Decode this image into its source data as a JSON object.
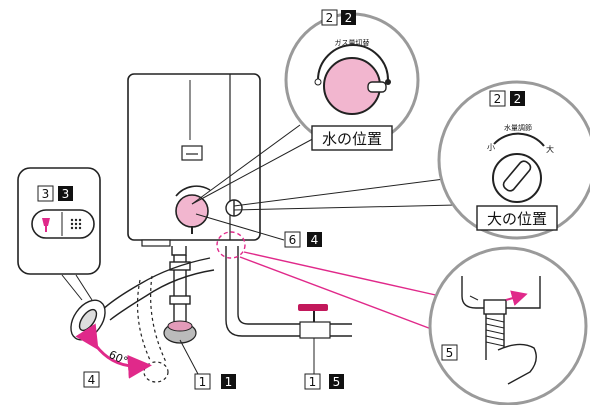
{
  "labels": {
    "dial_gas": {
      "n": "2",
      "b": "2"
    },
    "dial_water": {
      "n": "2",
      "b": "2"
    },
    "shower": {
      "n": "3",
      "b": "3"
    },
    "knob": {
      "n": "6",
      "b": "4"
    },
    "swivel": {
      "n": "4"
    },
    "gas_valve": {
      "n": "1",
      "b": "1"
    },
    "water_valve": {
      "n": "1",
      "b": "5"
    },
    "hose": {
      "n": "5"
    }
  },
  "gas_dial": {
    "title": "ガス量切替",
    "caption": "水の位置"
  },
  "water_dial": {
    "title": "水量調節",
    "small": "小",
    "large": "大",
    "caption": "大の位置"
  },
  "angle_text": "60°",
  "colors": {
    "accent": "#e0298a",
    "pink_fill": "#f2b6cf",
    "valve_red": "#c2185b",
    "outline": "#222222",
    "bubble_gray": "#9a9a9a"
  },
  "icons": {
    "shower_left": "shower-head-icon",
    "shower_right": "spray-icon"
  }
}
